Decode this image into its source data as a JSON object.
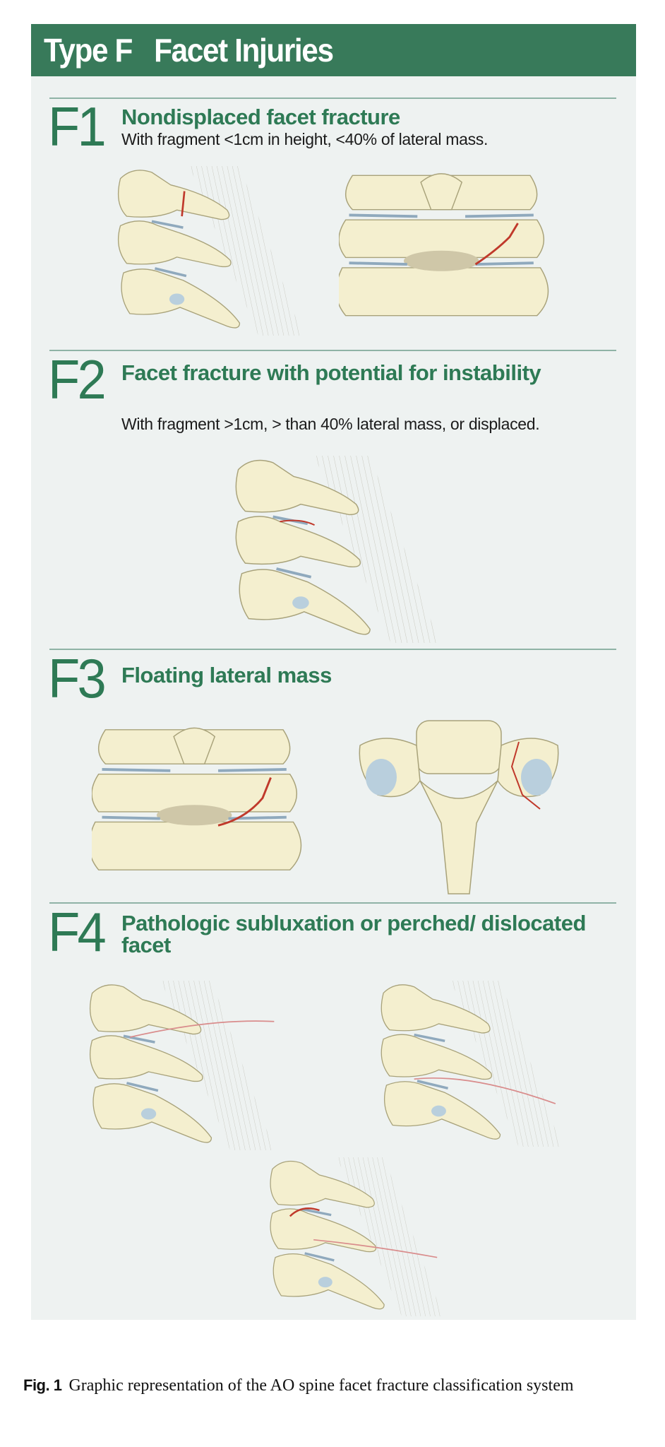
{
  "header": {
    "title": "Type F   Facet Injuries"
  },
  "sections": [
    {
      "code": "F1",
      "title": "Nondisplaced facet fracture",
      "subtitle": "With fragment <1cm in height, <40% of lateral mass."
    },
    {
      "code": "F2",
      "title": "Facet fracture with potential for instability",
      "subtitle": "With fragment >1cm, > than 40% lateral mass, or displaced."
    },
    {
      "code": "F3",
      "title": "Floating lateral mass"
    },
    {
      "code": "F4",
      "title": "Pathologic subluxation or perched/ dislocated facet"
    }
  ],
  "caption": {
    "label": "Fig. 1",
    "text": "Graphic representation of the AO spine facet fracture classification system"
  },
  "colors": {
    "header": "#387a5a",
    "accent": "#2e7a55",
    "bone": "#f4efcf",
    "fracture": "#c0392b",
    "disc": "#b9cfdd"
  }
}
